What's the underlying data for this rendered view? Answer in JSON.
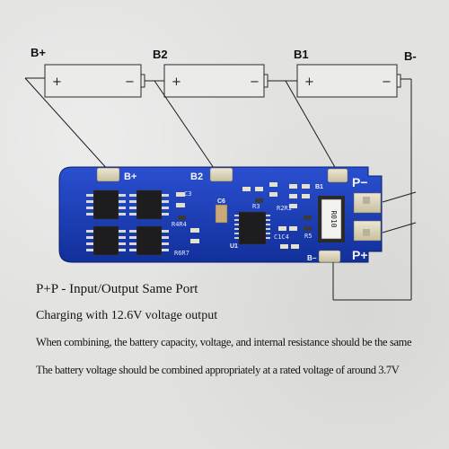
{
  "terminals": {
    "b_plus": "B+",
    "b2": "B2",
    "b1": "B1",
    "b_minus": "B-"
  },
  "cells": [
    {
      "positive": "+",
      "negative": "−"
    },
    {
      "positive": "+",
      "negative": "−"
    },
    {
      "positive": "+",
      "negative": "−"
    }
  ],
  "board": {
    "pad_b_plus": "B+",
    "pad_b2": "B2",
    "pad_b1": "B1",
    "pad_p_minus": "P−",
    "pad_p_plus": "P+",
    "pad_b_minus": "B−",
    "resistor_marking": "R010",
    "ic_label": "U1",
    "capacitor_label": "C6",
    "silkscreen": [
      "C3",
      "R4R4",
      "R3",
      "R2R1",
      "R6R7",
      "C1C4",
      "R5"
    ]
  },
  "captions": {
    "line1": "P+P - Input/Output Same Port",
    "line2": "Charging with 12.6V voltage output",
    "line3": "When combining, the battery capacity, voltage, and internal resistance should be the same",
    "line4": "The battery voltage should be combined appropriately at a rated voltage of around 3.7V"
  }
}
